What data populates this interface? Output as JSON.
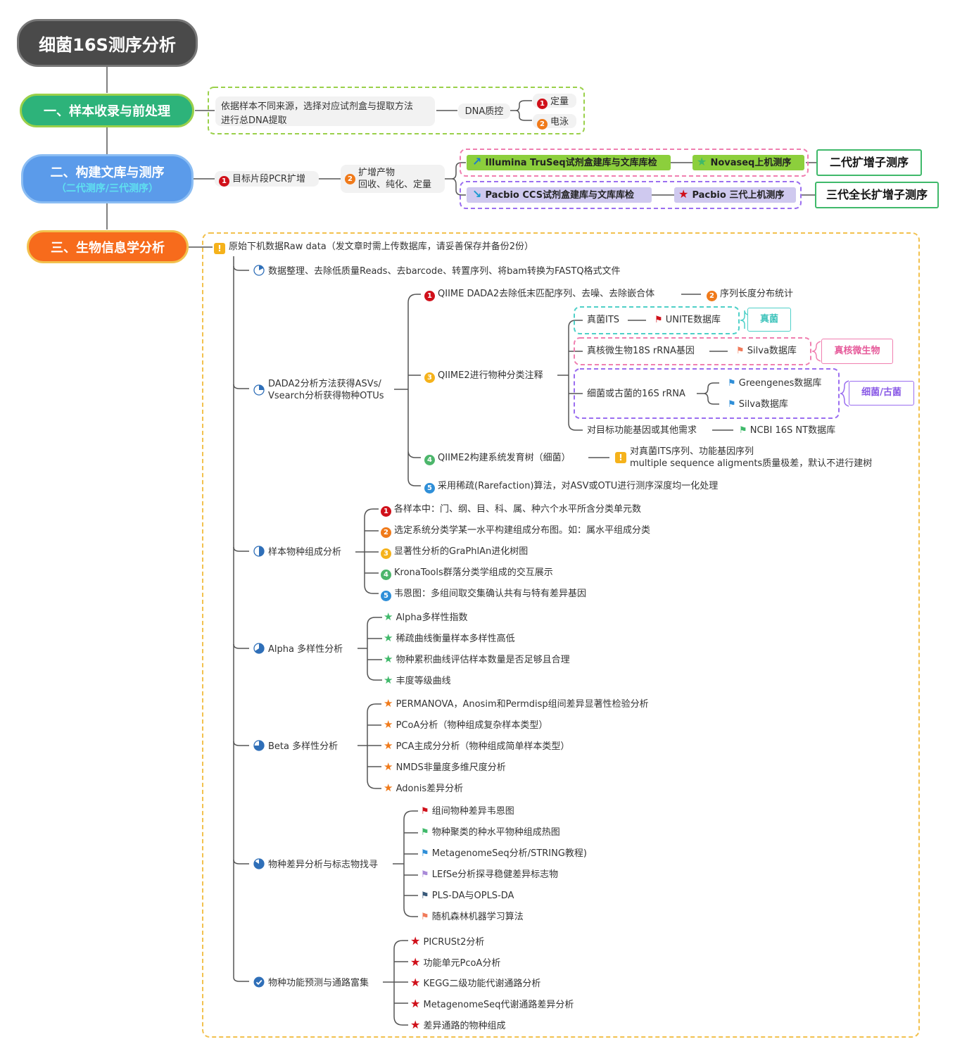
{
  "root": "细菌16S测序分析",
  "section1": {
    "title": "一、样本收录与前处理",
    "extract": "依据样本不同来源，选择对应试剂盒与提取方法\n进行总DNA提取",
    "qc": "DNA质控",
    "qc_items": [
      "定量",
      "电泳"
    ]
  },
  "section2": {
    "title": "二、构建文库与测序",
    "subtitle": "（二代测序/三代测序）",
    "pcr": "目标片段PCR扩增",
    "recover": "扩增产物\n回收、纯化、定量",
    "illumina": "Illumina TruSeq试剂盒建库与文库库检",
    "novaseq": "Novaseq上机测序",
    "ngs_label": "二代扩增子测序",
    "pacbio": "Pacbio   CCS试剂盒建库与文库库检",
    "pacbio_seq": "Pacbio 三代上机测序",
    "tgs_label": "三代全长扩增子测序"
  },
  "section3": {
    "title": "三、生物信息学分析",
    "raw": "原始下机数据Raw data（发文章时需上传数据库，请妥善保存并备份2份）",
    "cleanup": "数据整理、去除低质量Reads、去barcode、转置序列、将bam转换为FASTQ格式文件",
    "dada2": "DADA2分析方法获得ASVs/\nVsearch分析获得物种OTUs",
    "dada2_children": {
      "qiime_dada2": "QIIME DADA2去除低末匹配序列、去噪、去除嵌合体",
      "length_stat": "序列长度分布统计",
      "qiime2_class": "QIIME2进行物种分类注释",
      "fungi_its": "真菌ITS",
      "unite": "UNITE数据库",
      "fungi_label": "真菌",
      "euk_18s": "真核微生物18S rRNA基因",
      "silva1": "Silva数据库",
      "euk_label": "真核微生物",
      "bac_16s": "细菌或古菌的16S rRNA",
      "greengenes": "Greengenes数据库",
      "silva2": "Silva数据库",
      "bac_label": "细菌/古菌",
      "target_gene": "对目标功能基因或其他需求",
      "ncbi": "NCBI 16S NT数据库",
      "tree": "QIIME2构建系统发育树（细菌）",
      "tree_note": "对真菌ITS序列、功能基因序列\nmultiple sequence aligments质量极差，默认不进行建树",
      "rarefaction": "采用稀疏(Rarefaction)算法，对ASV或OTU进行测序深度均一化处理"
    },
    "composition": "样本物种组成分析",
    "composition_items": [
      "各样本中：门、纲、目、科、属、种六个水平所含分类单元数",
      "选定系统分类学某一水平构建组成分布图。如：属水平组成分类",
      "显著性分析的GraPhlAn进化树图",
      "KronaTools群落分类学组成的交互展示",
      "韦恩图：多组间取交集确认共有与特有差异基因"
    ],
    "alpha": "Alpha  多样性分析",
    "alpha_items": [
      "Alpha多样性指数",
      "稀疏曲线衡量样本多样性高低",
      "物种累积曲线评估样本数量是否足够且合理",
      "丰度等级曲线"
    ],
    "beta": "Beta    多样性分析",
    "beta_items": [
      "PERMANOVA，Anosim和Permdisp组间差异显著性检验分析",
      "PCoA分析（物种组成复杂样本类型）",
      "PCA主成分分析（物种组成简单样本类型）",
      "NMDS非量度多维尺度分析",
      "Adonis差异分析"
    ],
    "diff": "物种差异分析与标志物找寻",
    "diff_items": [
      "组间物种差异韦恩图",
      "物种聚类的种水平物种组成热图",
      "MetagenomeSeq分析/STRING教程)",
      "LEfSe分析探寻稳健差异标志物",
      "PLS-DA与OPLS-DA",
      "随机森林机器学习算法"
    ],
    "func": "物种功能预测与通路富集",
    "func_items": [
      "PICRUSt2分析",
      "功能单元PcoA分析",
      "KEGG二级功能代谢通路分析",
      "MetagenomeSeq代谢通路差异分析",
      "差异通路的物种组成"
    ]
  },
  "colors": {
    "root": "#4a4a4a",
    "green": "#2db37a",
    "blue": "#5b9bea",
    "orange": "#f76b1c",
    "dash_green": "#9ad04a",
    "dash_pink": "#f07fb0",
    "dash_purple": "#9b6ef0",
    "dash_yellow": "#f2c14e",
    "dash_teal": "#4fd0c8"
  }
}
